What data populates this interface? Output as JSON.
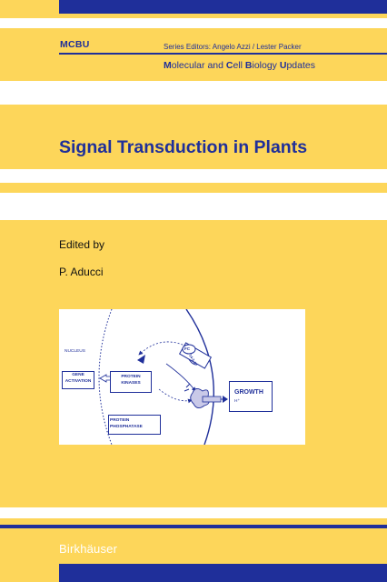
{
  "series": {
    "code": "MCBU",
    "editors": "Series Editors: Angelo Azzi / Lester Packer",
    "name_parts": [
      {
        "text": "M",
        "bold": true
      },
      {
        "text": "olecular and ",
        "bold": false
      },
      {
        "text": "C",
        "bold": true
      },
      {
        "text": "ell ",
        "bold": false
      },
      {
        "text": "B",
        "bold": true
      },
      {
        "text": "iology ",
        "bold": false
      },
      {
        "text": "U",
        "bold": true
      },
      {
        "text": "pdates",
        "bold": false
      }
    ]
  },
  "book": {
    "title": "Signal Transduction in Plants",
    "edited_by": "Edited by",
    "editor": "P. Aducci"
  },
  "diagram": {
    "nucleus": "NUCLEUS",
    "gene_activation": [
      "GENE",
      "ACTIVATION"
    ],
    "protein_kinases": [
      "PROTEIN",
      "KINASES"
    ],
    "protein_phosphatase": [
      "PROTEIN",
      "PHOSPHATASE"
    ],
    "growth": "GROWTH",
    "h_plus": "H⁺",
    "fc": "FC",
    "protein_1433": "14-3-3"
  },
  "publisher": "Birkhäuser",
  "colors": {
    "background": "#fdd65a",
    "brand_blue": "#1f2f9a",
    "white": "#ffffff"
  }
}
